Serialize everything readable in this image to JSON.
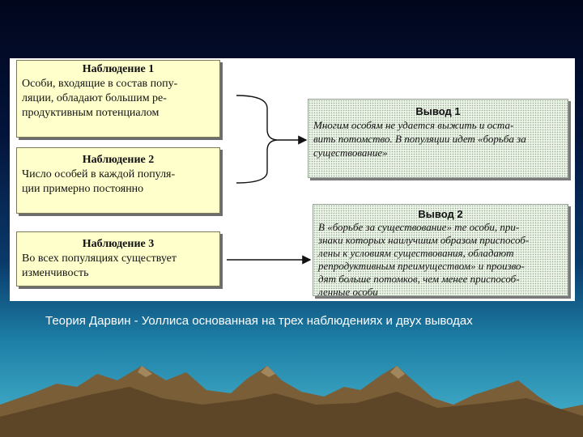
{
  "observations": [
    {
      "title": "Наблюдение 1",
      "body": "Особи, входящие в состав попу-\nляции, обладают большим ре-\nпродуктивным потенциалом"
    },
    {
      "title": "Наблюдение 2",
      "body": "Число особей в каждой популя-\nции примерно постоянно"
    },
    {
      "title": "Наблюдение 3",
      "body": "Во всех популяциях существует\nизменчивость"
    }
  ],
  "conclusions": [
    {
      "title": "Вывод 1",
      "body": "Многим особям не удается выжить и оста-\nвить потомство. В популяции идет «борьба за\nсуществование»"
    },
    {
      "title": "Вывод 2",
      "body": "В «борьбе за существование» те особи, при-\nзнаки которых наилучшим образом приспособ-\nлены к условиям существования, обладают\nрепродуктивным преимуществом» и произво-\nдят больше потомков, чем менее приспособ-\nленные особи"
    }
  ],
  "caption": "Теория Дарвин - Уоллиса основанная на трех наблюдениях и двух выводах"
}
